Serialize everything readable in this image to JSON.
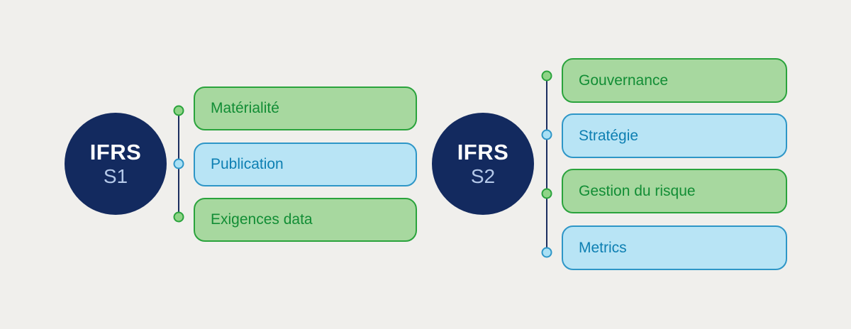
{
  "colors": {
    "background": "#f0efec",
    "navy": "#132a5f",
    "s_label": "#b5c9e9",
    "line": "#1b2d5e",
    "green_fill": "#a7d89f",
    "green_border": "#2aa33c",
    "green_text": "#128d35",
    "green_dot_fill": "#8fd487",
    "blue_fill": "#b8e4f5",
    "blue_border": "#2e96c7",
    "blue_text": "#0d7fb2",
    "blue_dot_fill": "#a9e0f4"
  },
  "groups": [
    {
      "id": "s1",
      "circle_title": "IFRS",
      "circle_subtitle": "S1",
      "items": [
        {
          "label": "Matérialité",
          "variant": "green"
        },
        {
          "label": "Publication",
          "variant": "blue"
        },
        {
          "label": "Exigences data",
          "variant": "green"
        }
      ]
    },
    {
      "id": "s2",
      "circle_title": "IFRS",
      "circle_subtitle": "S2",
      "items": [
        {
          "label": "Gouvernance",
          "variant": "green"
        },
        {
          "label": "Stratégie",
          "variant": "blue"
        },
        {
          "label": "Gestion du risque",
          "variant": "green"
        },
        {
          "label": "Metrics",
          "variant": "blue"
        }
      ]
    }
  ]
}
